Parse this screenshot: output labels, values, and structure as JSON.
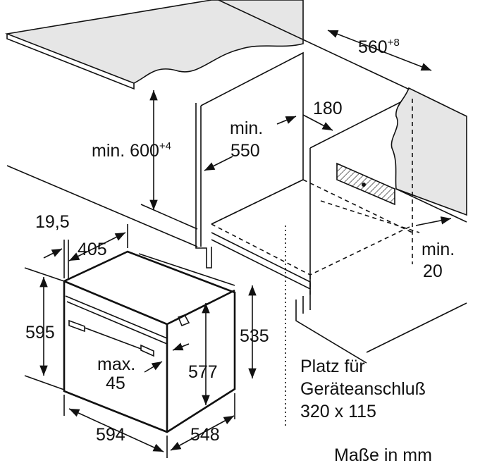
{
  "colors": {
    "surface": "#e6e6e6",
    "line": "#111111"
  },
  "labels": {
    "width_niche": "560",
    "width_niche_tol": "+8",
    "gap": "180",
    "height_min_prefix": "min. 600",
    "height_min_tol": "+4",
    "depth_min_1": "min.",
    "depth_min_2": "550",
    "bottom_min_1": "min.",
    "bottom_min_2": "20",
    "panel_depth": "19,5",
    "panel_depth2": "405",
    "oven_height": "595",
    "oven_body_height": "535",
    "oven_inner_height": "577",
    "handle_1": "max.",
    "handle_2": "45",
    "oven_width": "594",
    "oven_depth": "548",
    "connection_1": "Platz für",
    "connection_2": "Geräteanschluß",
    "connection_3": "320 x 115",
    "units": "Maße in mm"
  }
}
